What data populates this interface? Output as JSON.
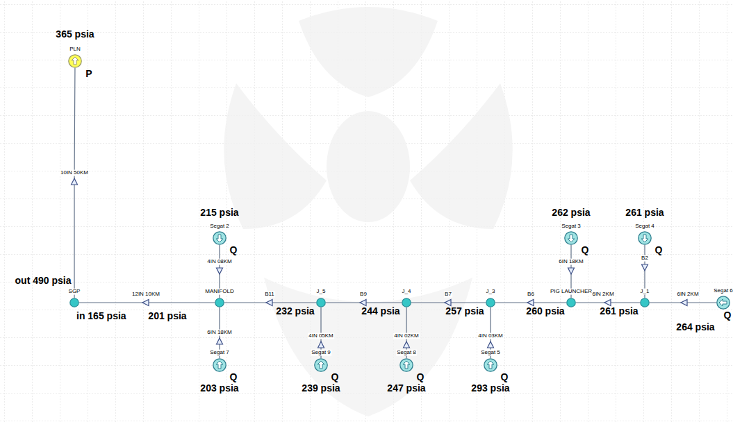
{
  "diagram": {
    "nodes": [
      {
        "text": [
          "365 psia",
          "PLN",
          "P"
        ]
      },
      {
        "text": [
          "215 psia",
          "Segat 2",
          "Q"
        ]
      },
      {
        "text": [
          "262 psia",
          "Segat 3",
          "Q"
        ]
      },
      {
        "text": [
          "261 psia",
          "Segat 4",
          "Q"
        ]
      },
      {
        "text": [
          "out 490 psia",
          "SGP",
          "in 165 psia"
        ]
      },
      {
        "text": [
          "MANIFOLD",
          "201 psia"
        ]
      },
      {
        "text": [
          "J_5",
          "232 psia"
        ]
      },
      {
        "text": [
          "J_4",
          "244 psia"
        ]
      },
      {
        "text": [
          "J_3",
          "257 psia"
        ]
      },
      {
        "text": [
          "PIG LAUNCHER",
          "260 psia"
        ]
      },
      {
        "text": [
          "J_1",
          "261 psia"
        ]
      },
      {
        "text": [
          "Segat 6",
          "Q",
          "264 psia"
        ]
      },
      {
        "text": [
          "Segat 7",
          "Q",
          "203 psia"
        ]
      },
      {
        "text": [
          "Segat 9",
          "Q",
          "239 psia"
        ]
      },
      {
        "text": [
          "Segat 8",
          "Q",
          "247 psia"
        ]
      },
      {
        "text": [
          "Segat 5",
          "Q",
          "293 psia"
        ]
      }
    ],
    "edges": [
      {
        "from": 4,
        "to": 0,
        "arrow": "to",
        "label": "10IN 50KM"
      },
      {
        "from": 5,
        "to": 4,
        "arrow": "to",
        "label": "12IN 10KM"
      },
      {
        "from": 1,
        "to": 5,
        "arrow": "to",
        "label": "4IN 08KM"
      },
      {
        "from": 12,
        "to": 5,
        "arrow": "to",
        "label": "6IN 18KM"
      },
      {
        "from": 6,
        "to": 5,
        "arrow": "to",
        "label": "B11"
      },
      {
        "from": 13,
        "to": 6,
        "arrow": "to",
        "label": "4IN 05KM"
      },
      {
        "from": 7,
        "to": 6,
        "arrow": "to",
        "label": "B9"
      },
      {
        "from": 14,
        "to": 7,
        "arrow": "to",
        "label": "4IN 02KM"
      },
      {
        "from": 8,
        "to": 7,
        "arrow": "to",
        "label": "B7"
      },
      {
        "from": 15,
        "to": 8,
        "arrow": "to",
        "label": "4IN 03KM"
      },
      {
        "from": 9,
        "to": 8,
        "arrow": "to",
        "label": "B6"
      },
      {
        "from": 2,
        "to": 9,
        "arrow": "to",
        "label": "6IN 18KM"
      },
      {
        "from": 10,
        "to": 9,
        "arrow": "to",
        "label": "6IN 2KM"
      },
      {
        "from": 3,
        "to": 10,
        "arrow": "to",
        "label": "B2"
      },
      {
        "from": 11,
        "to": 10,
        "arrow": "to",
        "label": "6IN 2KM"
      }
    ]
  }
}
